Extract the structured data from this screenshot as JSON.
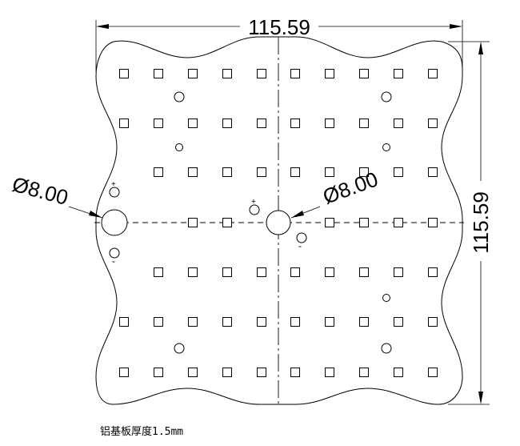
{
  "dimensions": {
    "width_label": "115.59",
    "height_label": "115.59",
    "left_hole_label": "Ø8.00",
    "center_hole_label": "Ø8.00"
  },
  "polarity": {
    "plus": "+",
    "minus": "-"
  },
  "note": "铝基板厚度1.5mm"
}
